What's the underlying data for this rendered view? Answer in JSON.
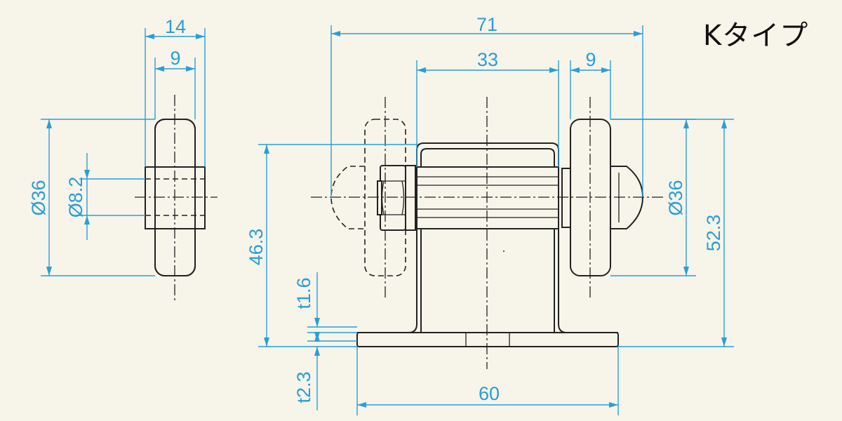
{
  "title": "Kタイプ",
  "side_view": {
    "width_overall": "14",
    "width_tread": "9",
    "wheel_diameter": "Ø36",
    "bore_diameter": "Ø8.2"
  },
  "front_view": {
    "overall_width": "71",
    "bracket_inner_width": "33",
    "wheel_width": "9",
    "wheel_diameter": "Ø36",
    "overall_height": "52.3",
    "axle_height": "46.3",
    "plate_thickness_top": "t1.6",
    "plate_thickness_bottom": "t2.3",
    "base_width": "60"
  },
  "colors": {
    "background": "#f7f4ea",
    "dimension": "#2a9ed6",
    "outline": "#222222"
  }
}
